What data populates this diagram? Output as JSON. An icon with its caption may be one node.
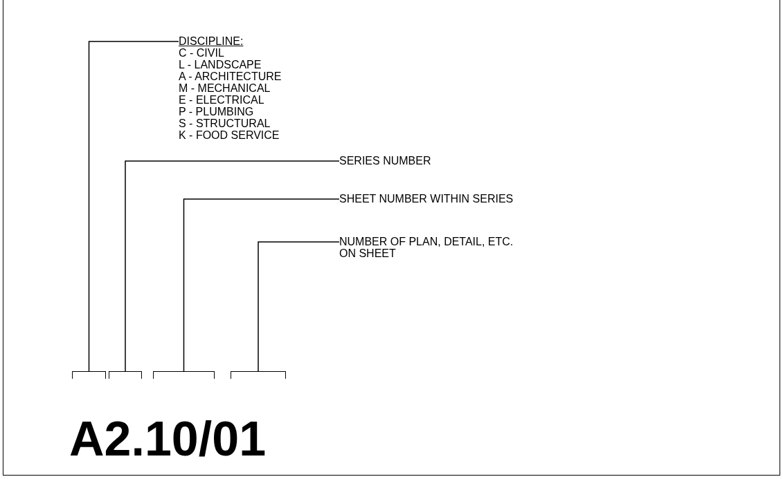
{
  "diagram": {
    "nodes": [
      {
        "text": [
          "DISCIPLINE:",
          "C - CIVIL",
          "L - LANDSCAPE",
          "A - ARCHITECTURE",
          "M - MECHANICAL",
          "E - ELECTRICAL",
          "P - PLUMBING",
          "S - STRUCTURAL",
          "K - FOOD SERVICE"
        ]
      },
      {
        "text": [
          "SERIES NUMBER"
        ]
      },
      {
        "text": [
          "SHEET NUMBER WITHIN SERIES"
        ]
      },
      {
        "text": [
          "NUMBER OF PLAN, DETAIL, ETC. ON SHEET"
        ]
      },
      {
        "text": [],
        "shape": "bracket"
      },
      {
        "text": [],
        "shape": "bracket"
      },
      {
        "text": [],
        "shape": "bracket"
      },
      {
        "text": [],
        "shape": "bracket"
      }
    ],
    "edges": [
      {
        "from": 0,
        "to": 4,
        "arrow": "none"
      },
      {
        "from": 1,
        "to": 5,
        "arrow": "none"
      },
      {
        "from": 2,
        "to": 6,
        "arrow": "none"
      },
      {
        "from": 3,
        "to": 7,
        "arrow": "none"
      }
    ],
    "labels": [
      "A2.10/01"
    ]
  }
}
